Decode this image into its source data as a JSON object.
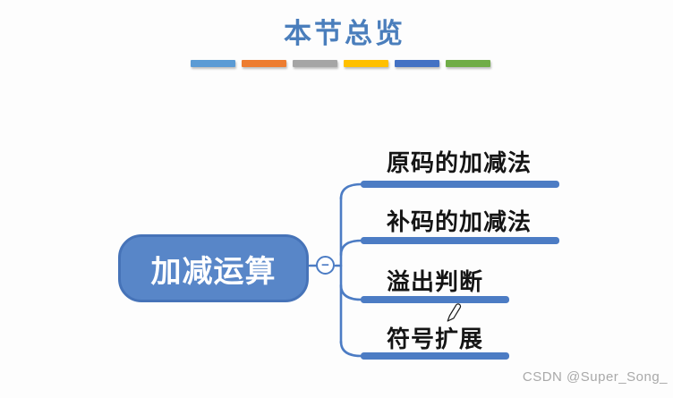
{
  "header": {
    "title": "本节总览",
    "title_color": "#4A7EBC",
    "dividers": [
      {
        "name": "divider-blue",
        "color": "#5B9BD5"
      },
      {
        "name": "divider-orange",
        "color": "#ED7D31"
      },
      {
        "name": "divider-gray",
        "color": "#A5A5A5"
      },
      {
        "name": "divider-yellow",
        "color": "#FFC000"
      },
      {
        "name": "divider-dark-blue",
        "color": "#4472C4"
      },
      {
        "name": "divider-green",
        "color": "#70AD47"
      }
    ]
  },
  "mindmap": {
    "accent_color": "#4C7CC4",
    "root": {
      "label": "加减运算",
      "fill": "#5886C8",
      "border_color": "#4673B8",
      "text_color": "#FFFFFF"
    },
    "collapse_toggle": {
      "symbol": "−"
    },
    "branches": [
      {
        "label": "原码的加减法"
      },
      {
        "label": "补码的加减法"
      },
      {
        "label": "溢出判断"
      },
      {
        "label": "符号扩展"
      }
    ]
  },
  "cursor": {
    "type": "pencil"
  },
  "watermark": {
    "text": "CSDN @Super_Song_",
    "color": "#A9A9A9"
  }
}
